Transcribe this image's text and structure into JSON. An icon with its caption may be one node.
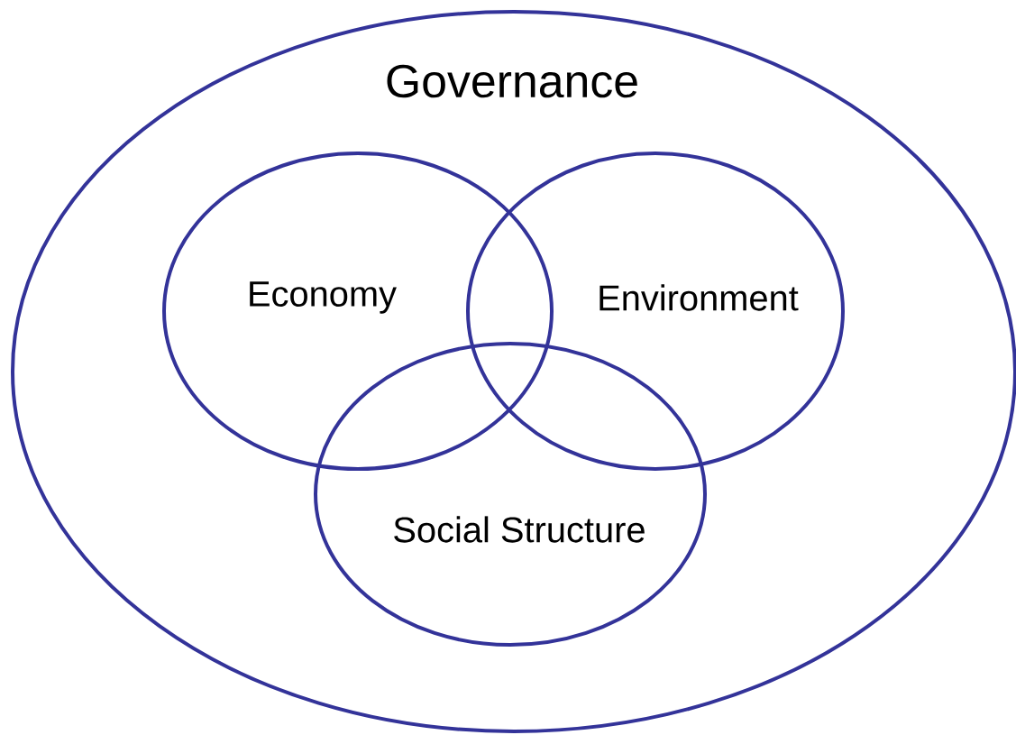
{
  "diagram": {
    "nodes": [
      {
        "text": [
          "Governance"
        ]
      },
      {
        "text": [
          "Economy"
        ],
        "in": 0
      },
      {
        "text": [
          "Environment"
        ],
        "in": 0
      },
      {
        "text": [
          "Social Structure"
        ],
        "in": 0
      }
    ]
  }
}
